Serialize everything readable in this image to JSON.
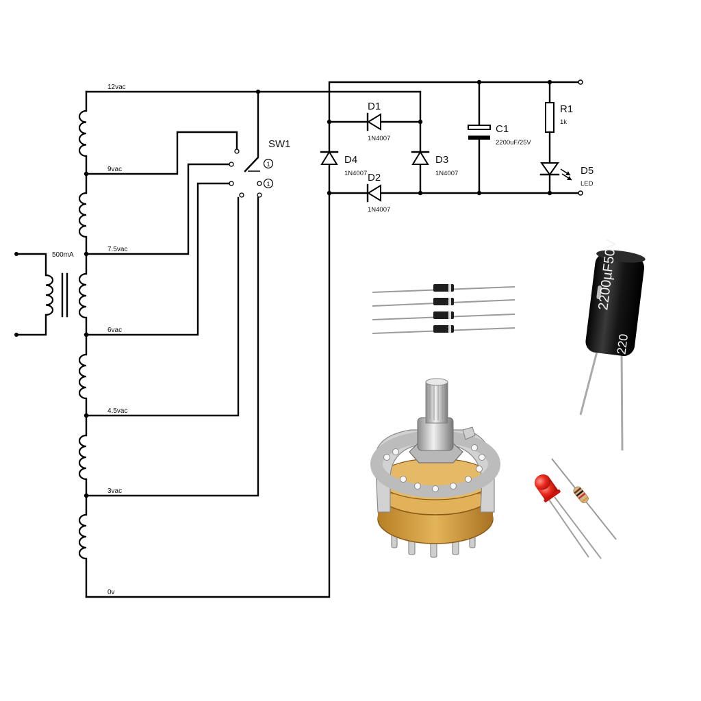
{
  "transformer": {
    "rating": "500mA"
  },
  "taps": [
    {
      "label": "12vac"
    },
    {
      "label": "9vac"
    },
    {
      "label": "7.5vac"
    },
    {
      "label": "6vac"
    },
    {
      "label": "4.5vac"
    },
    {
      "label": "3vac"
    },
    {
      "label": "0v"
    }
  ],
  "switch": {
    "ref": "SW1",
    "pole_marks": [
      "1",
      "1"
    ]
  },
  "diodes": [
    {
      "ref": "D1",
      "value": "1N4007"
    },
    {
      "ref": "D2",
      "value": "1N4007"
    },
    {
      "ref": "D3",
      "value": "1N4007"
    },
    {
      "ref": "D4",
      "value": "1N4007"
    }
  ],
  "capacitor": {
    "ref": "C1",
    "value": "2200uF/25V"
  },
  "resistor": {
    "ref": "R1",
    "value": "1k"
  },
  "led": {
    "ref": "D5",
    "value": "LED"
  },
  "photos": {
    "capacitor_marking": "2200µF50V",
    "capacitor_marking_2": "220",
    "colors": {
      "capacitor_body": "#1a1a1a",
      "capacitor_sleeve_text": "#f2f2f2",
      "diode_body": "#1e1e1e",
      "diode_band": "#d8d8d8",
      "led": "#e8231a",
      "resistor_body": "#d9b48a",
      "switch_wafer": "#d8a545",
      "switch_metal": "#c9c9c9"
    }
  }
}
